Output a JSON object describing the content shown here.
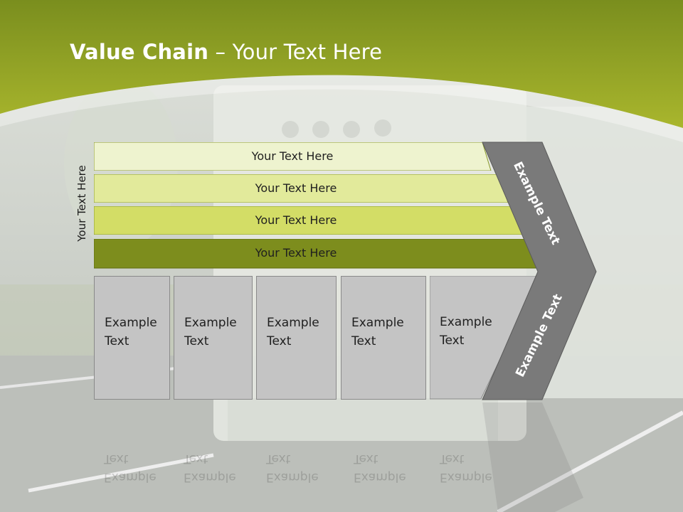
{
  "slide": {
    "title_bold": "Value Chain",
    "title_rest": " – Your Text Here",
    "side_label": "Your Text Here",
    "bands": [
      {
        "label": "Your Text Here",
        "color": "#eef3cf"
      },
      {
        "label": "Your Text Here",
        "color": "#e2ea9b"
      },
      {
        "label": "Your Text Here",
        "color": "#d3dd66"
      },
      {
        "label": "Your Text Here",
        "color": "#7d8d1d"
      }
    ],
    "boxes": [
      {
        "line1": "Example",
        "line2": "Text"
      },
      {
        "line1": "Example",
        "line2": "Text"
      },
      {
        "line1": "Example",
        "line2": "Text"
      },
      {
        "line1": "Example",
        "line2": "Text"
      },
      {
        "line1": "Example",
        "line2": "Text"
      }
    ],
    "chevron_top_label": "Example Text",
    "chevron_bottom_label": "Example Text"
  },
  "colors": {
    "header_green": "#a5b02a",
    "chevron_gray": "#7a7a7a",
    "box_gray": "#c4c4c4"
  }
}
